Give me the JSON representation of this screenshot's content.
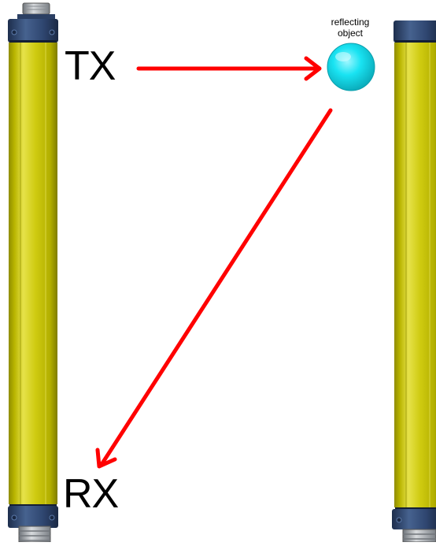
{
  "labels": {
    "transmitter": "TX",
    "receiver": "RX",
    "object_line1": "reflecting",
    "object_line2": "object"
  },
  "colors": {
    "bar_yellow": "#c8c400",
    "bar_highlight": "#e6e24a",
    "bar_shadow": "#8f8c00",
    "cap_blue": "#2f4670",
    "cap_blue_dark": "#1d2e4d",
    "arrow_red": "#ff0000",
    "object_cyan": "#19e3f2",
    "object_edge": "#0aa9b8"
  },
  "icons": {
    "object": "cyan-sphere",
    "connector": "cable-connector"
  }
}
